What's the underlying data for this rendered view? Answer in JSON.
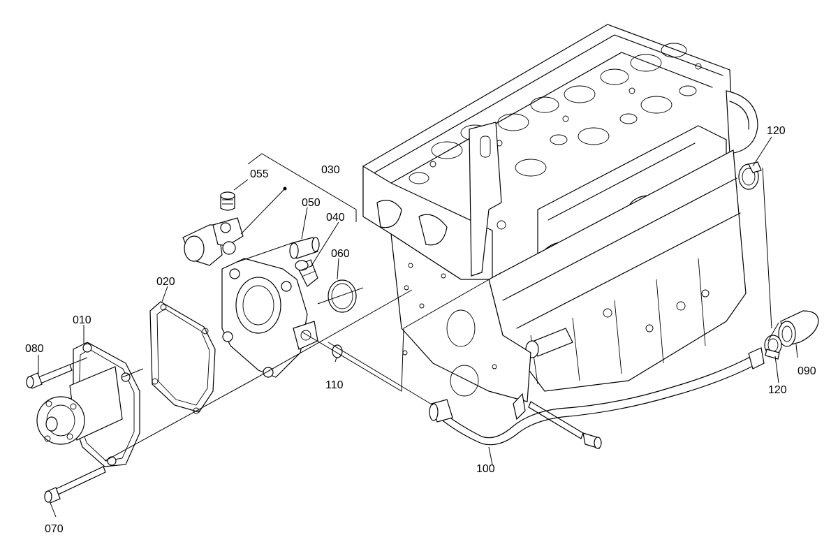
{
  "callouts": {
    "c010": "010",
    "c020": "020",
    "c030": "030",
    "c040": "040",
    "c050": "050",
    "c055": "055",
    "c060": "060",
    "c070": "070",
    "c080": "080",
    "c090": "090",
    "c100": "100",
    "c110": "110",
    "c120_top": "120",
    "c120_bottom": "120"
  }
}
